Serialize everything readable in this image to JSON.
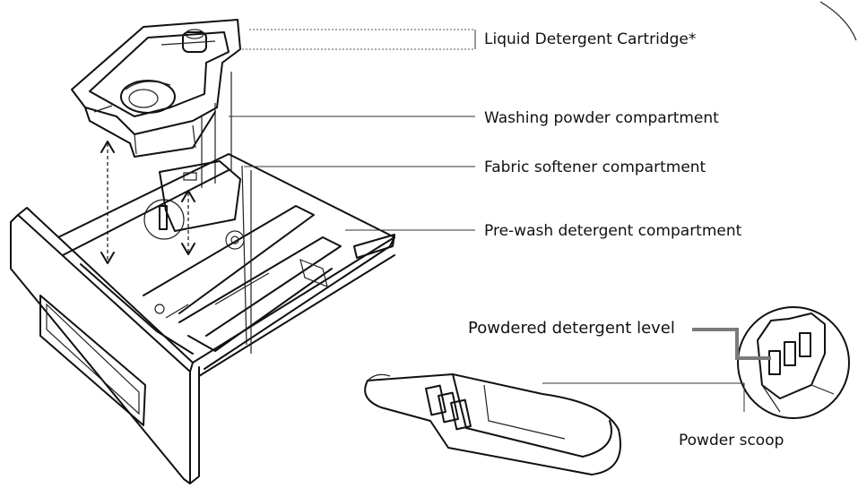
{
  "labels": {
    "liquid_cartridge": "Liquid Detergent Cartridge*",
    "washing_powder": "Washing powder compartment",
    "fabric_softener": "Fabric softener compartment",
    "pre_wash": "Pre-wash detergent compartment",
    "powder_level": "Powdered detergent level",
    "powder_scoop": "Powder scoop"
  }
}
